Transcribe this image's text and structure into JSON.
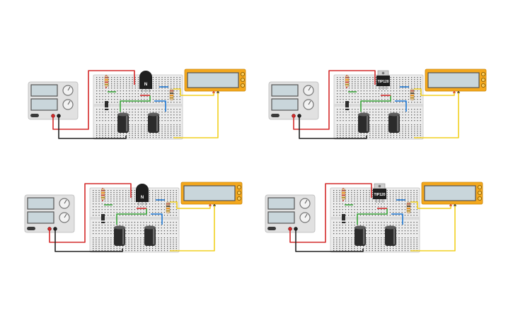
{
  "colors": {
    "background": "#ffffff",
    "wire_red": "#d42a2a",
    "wire_black": "#222222",
    "wire_yellow": "#f2d020",
    "wire_green": "#3aa53a",
    "wire_blue": "#1f7ad6",
    "lcd_frame": "#f4a81d",
    "lcd_screen": "#c9d6db",
    "supply_body": "#e1e1e1",
    "breadboard": "#ececec",
    "capacitor": "#2b2b2b"
  },
  "circuits": [
    {
      "id": "circuit-1",
      "transistor": {
        "kind": "npn",
        "label": "N"
      }
    },
    {
      "id": "circuit-2",
      "transistor": {
        "kind": "to220",
        "label": "TIP120"
      }
    },
    {
      "id": "circuit-3",
      "transistor": {
        "kind": "npn",
        "label": "N"
      }
    },
    {
      "id": "circuit-4",
      "transistor": {
        "kind": "to220",
        "label": "TIP120"
      }
    }
  ]
}
